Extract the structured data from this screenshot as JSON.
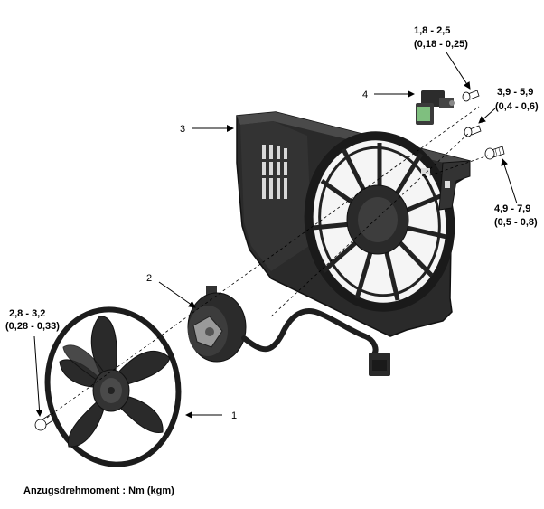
{
  "callouts": {
    "part1": "1",
    "part2": "2",
    "part3": "3",
    "part4": "4"
  },
  "torques": {
    "t1_line1": "1,8 - 2,5",
    "t1_line2": "(0,18 - 0,25)",
    "t2_line1": "3,9 - 5,9",
    "t2_line2": "(0,4 - 0,6)",
    "t3_line1": "4,9 - 7,9",
    "t3_line2": "(0,5 - 0,8)",
    "t4_line1": "2,8 - 3,2",
    "t4_line2": "(0,28 - 0,33)"
  },
  "footer": {
    "legend": "Anzugsdrehmoment : Nm (kgm)"
  },
  "colors": {
    "part_dark": "#1e1e1e",
    "part_mid": "#3a3a3a",
    "part_light": "#6a6a6a",
    "line": "#000000",
    "resistor_green": "#7fbf7f"
  }
}
